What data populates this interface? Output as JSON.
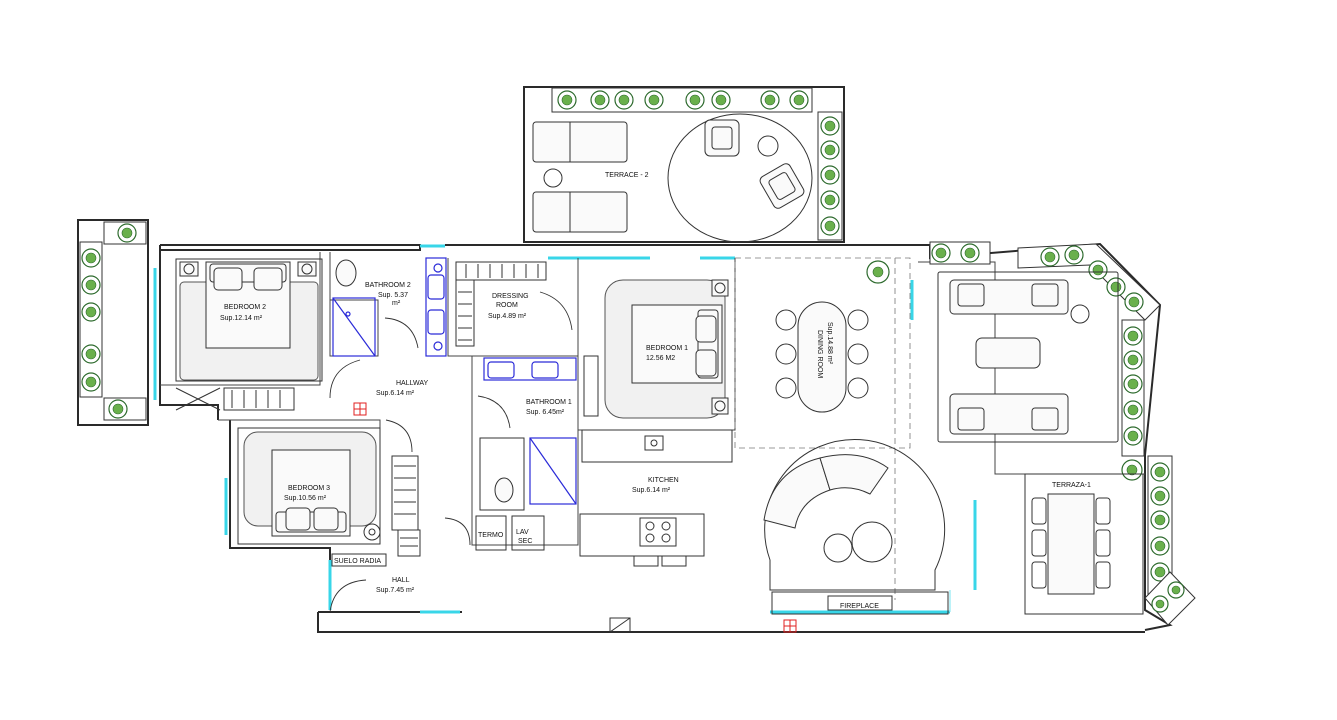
{
  "rooms": {
    "terrace2": {
      "name": "TERRACE - 2"
    },
    "bedroom2": {
      "name": "BEDROOM 2",
      "area": "Sup.12.14  m²"
    },
    "bathroom2": {
      "name": "BATHROOM 2",
      "area": "Sup. 5.37",
      "unit": "m²"
    },
    "dressing": {
      "line1": "DRESSING",
      "line2": "ROOM",
      "area": "Sup.4.89  m²"
    },
    "bedroom1": {
      "name": "BEDROOM  1",
      "area": "12.56  M2"
    },
    "dining": {
      "name": "DINING ROOM",
      "area": "Sup.14.88  m²"
    },
    "hallway": {
      "name": "HALLWAY",
      "area": "Sup.6.14  m²"
    },
    "bathroom1": {
      "name": "BATHROOM 1",
      "area": "Sup.  6.45m²"
    },
    "bedroom3": {
      "name": "BEDROOM  3",
      "area": "Sup.10.56  m²"
    },
    "kitchen": {
      "name": "KITCHEN",
      "area": "Sup.6.14  m²"
    },
    "terraza1": {
      "name": "TERRAZA-1"
    },
    "hall": {
      "name": "HALL",
      "area": "Sup.7.45  m²"
    }
  },
  "fixtures": {
    "termo": "TERMO",
    "lav1": "LAV",
    "lav2": "SEC",
    "suelo": "SUELO RADIA",
    "fireplace": "FIREPLACE"
  }
}
